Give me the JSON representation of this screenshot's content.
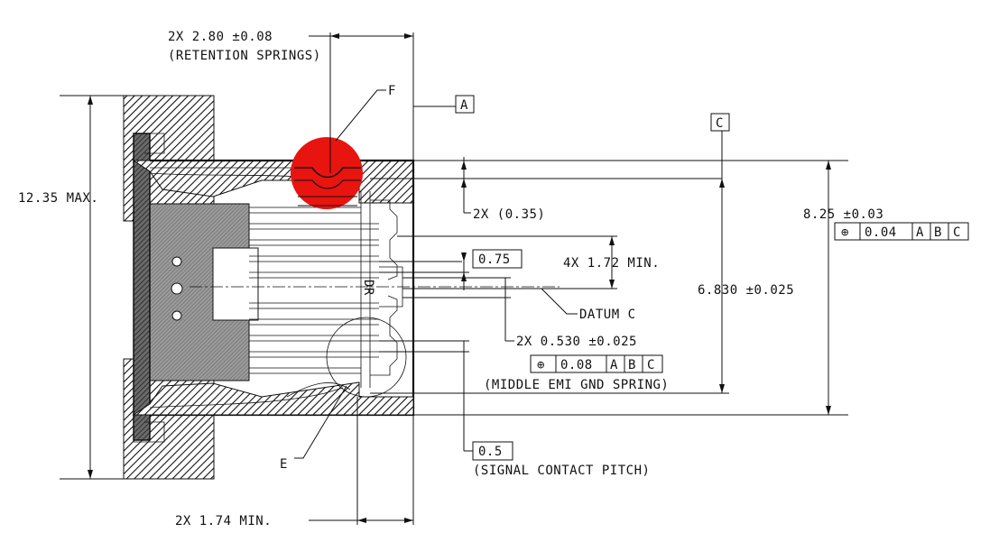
{
  "labels": {
    "retention_dim": "2X 2.80 ±0.08",
    "retention_note": "(RETENTION SPRINGS)",
    "detail_f": "F",
    "datum_a": "A",
    "datum_c": "C",
    "height_max": "12.35 MAX.",
    "gap_035": "2X (0.35)",
    "width_825": "8.25 ±0.03",
    "fcf_top": [
      "⊕",
      "0.04",
      "A",
      "B",
      "C"
    ],
    "pitch_075": "0.75",
    "min_172": "4X 1.72 MIN.",
    "height_6830": "6.830 ±0.025",
    "datum_c_label": "DATUM C",
    "dim_0530": "2X 0.530 ±0.025",
    "fcf_mid": [
      "⊕",
      "0.08",
      "A",
      "B",
      "C"
    ],
    "emi_note": "(MIDDLE EMI GND SPRING)",
    "detail_e": "E",
    "pitch_05": "0.5",
    "signal_note": "(SIGNAL CONTACT PITCH)",
    "min_174": "2X 1.74 MIN.",
    "rotated_text": "DR"
  },
  "colors": {
    "line": "#111111",
    "highlight": "#e8140f",
    "body_fill": "#8c8c8c"
  }
}
